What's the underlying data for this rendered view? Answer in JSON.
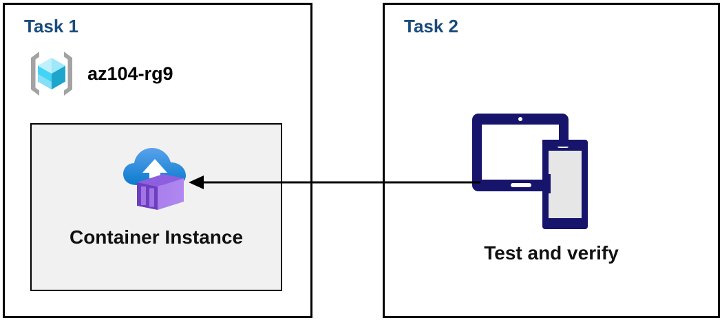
{
  "diagram": {
    "title": "Azure Container Instance task diagram",
    "background_color": "#ffffff",
    "panels": [
      {
        "id": "task1",
        "title": "Task 1",
        "title_color": "#1a4c7c",
        "border_color": "#000000",
        "resource_group": {
          "icon": "azure-resource-group-icon",
          "label": "az104-rg9",
          "icon_colors": {
            "bracket": "#a3a3a3",
            "cube_light": "#9fe7fb",
            "cube_mid": "#32c8f0",
            "cube_dark": "#1ea5cc"
          }
        },
        "resource_box": {
          "fill": "#f1f1f1",
          "border_color": "#000000",
          "icon": "container-instance-icon",
          "label": "Container Instance",
          "icon_colors": {
            "cloud_top": "#4f9cea",
            "cloud_bottom": "#0c7dce",
            "arrow": "#ffffff",
            "container_front": "#a179e8",
            "container_side": "#6c3fbf",
            "container_bar": "#8b5fd6"
          }
        }
      },
      {
        "id": "task2",
        "title": "Task 2",
        "title_color": "#1a4c7c",
        "border_color": "#000000",
        "device": {
          "icon": "tablet-and-phone-icon",
          "label": "Test and verify",
          "icon_colors": {
            "outline": "#16146b",
            "screen": "#ffffff",
            "phone_screen": "#e6e6e6"
          }
        }
      }
    ],
    "connector": {
      "name": "arrow-task2-to-task1",
      "direction": "right-to-left",
      "color": "#000000",
      "description": "Arrow from Test and verify devices pointing to Container Instance"
    }
  }
}
